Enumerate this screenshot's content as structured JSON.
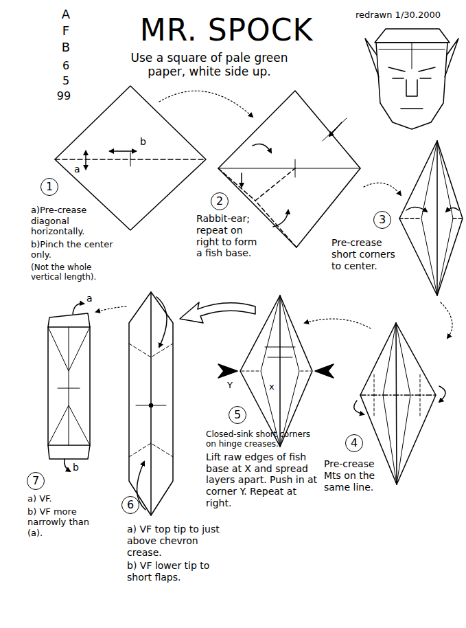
{
  "diagram": {
    "title": "MR. SPOCK",
    "nodes": [
      {
        "text": [
          "1"
        ]
      },
      {
        "text": [
          "2"
        ]
      },
      {
        "text": [
          "3"
        ]
      },
      {
        "text": [
          "4"
        ]
      },
      {
        "text": [
          "5"
        ]
      },
      {
        "text": [
          "6"
        ]
      },
      {
        "text": [
          "7"
        ]
      }
    ],
    "labels": [
      "A",
      "F",
      "B",
      "6",
      "5",
      "99",
      "redrawn 1/30.2000",
      "Use a square of pale green paper, white side up.",
      "a",
      "b",
      "a)Pre-crease diagonal horizontally.",
      "b)Pinch the center only.",
      "(Not the whole vertical length).",
      "Rabbit-ear; repeat on right to form a fish base.",
      "Pre-crease short corners to center.",
      "Pre-crease Mts on the same line.",
      "x",
      "Y",
      "Closed-sink short corners on hinge creases.",
      "Lift raw edges of fish base at X and spread layers apart. Push in at corner Y. Repeat at right.",
      "a",
      "b",
      "a) VF top tip to just above chevron crease.",
      "b) VF lower tip to short flaps.",
      "a) VF.",
      "b) VF more narrowly than (a)."
    ]
  }
}
